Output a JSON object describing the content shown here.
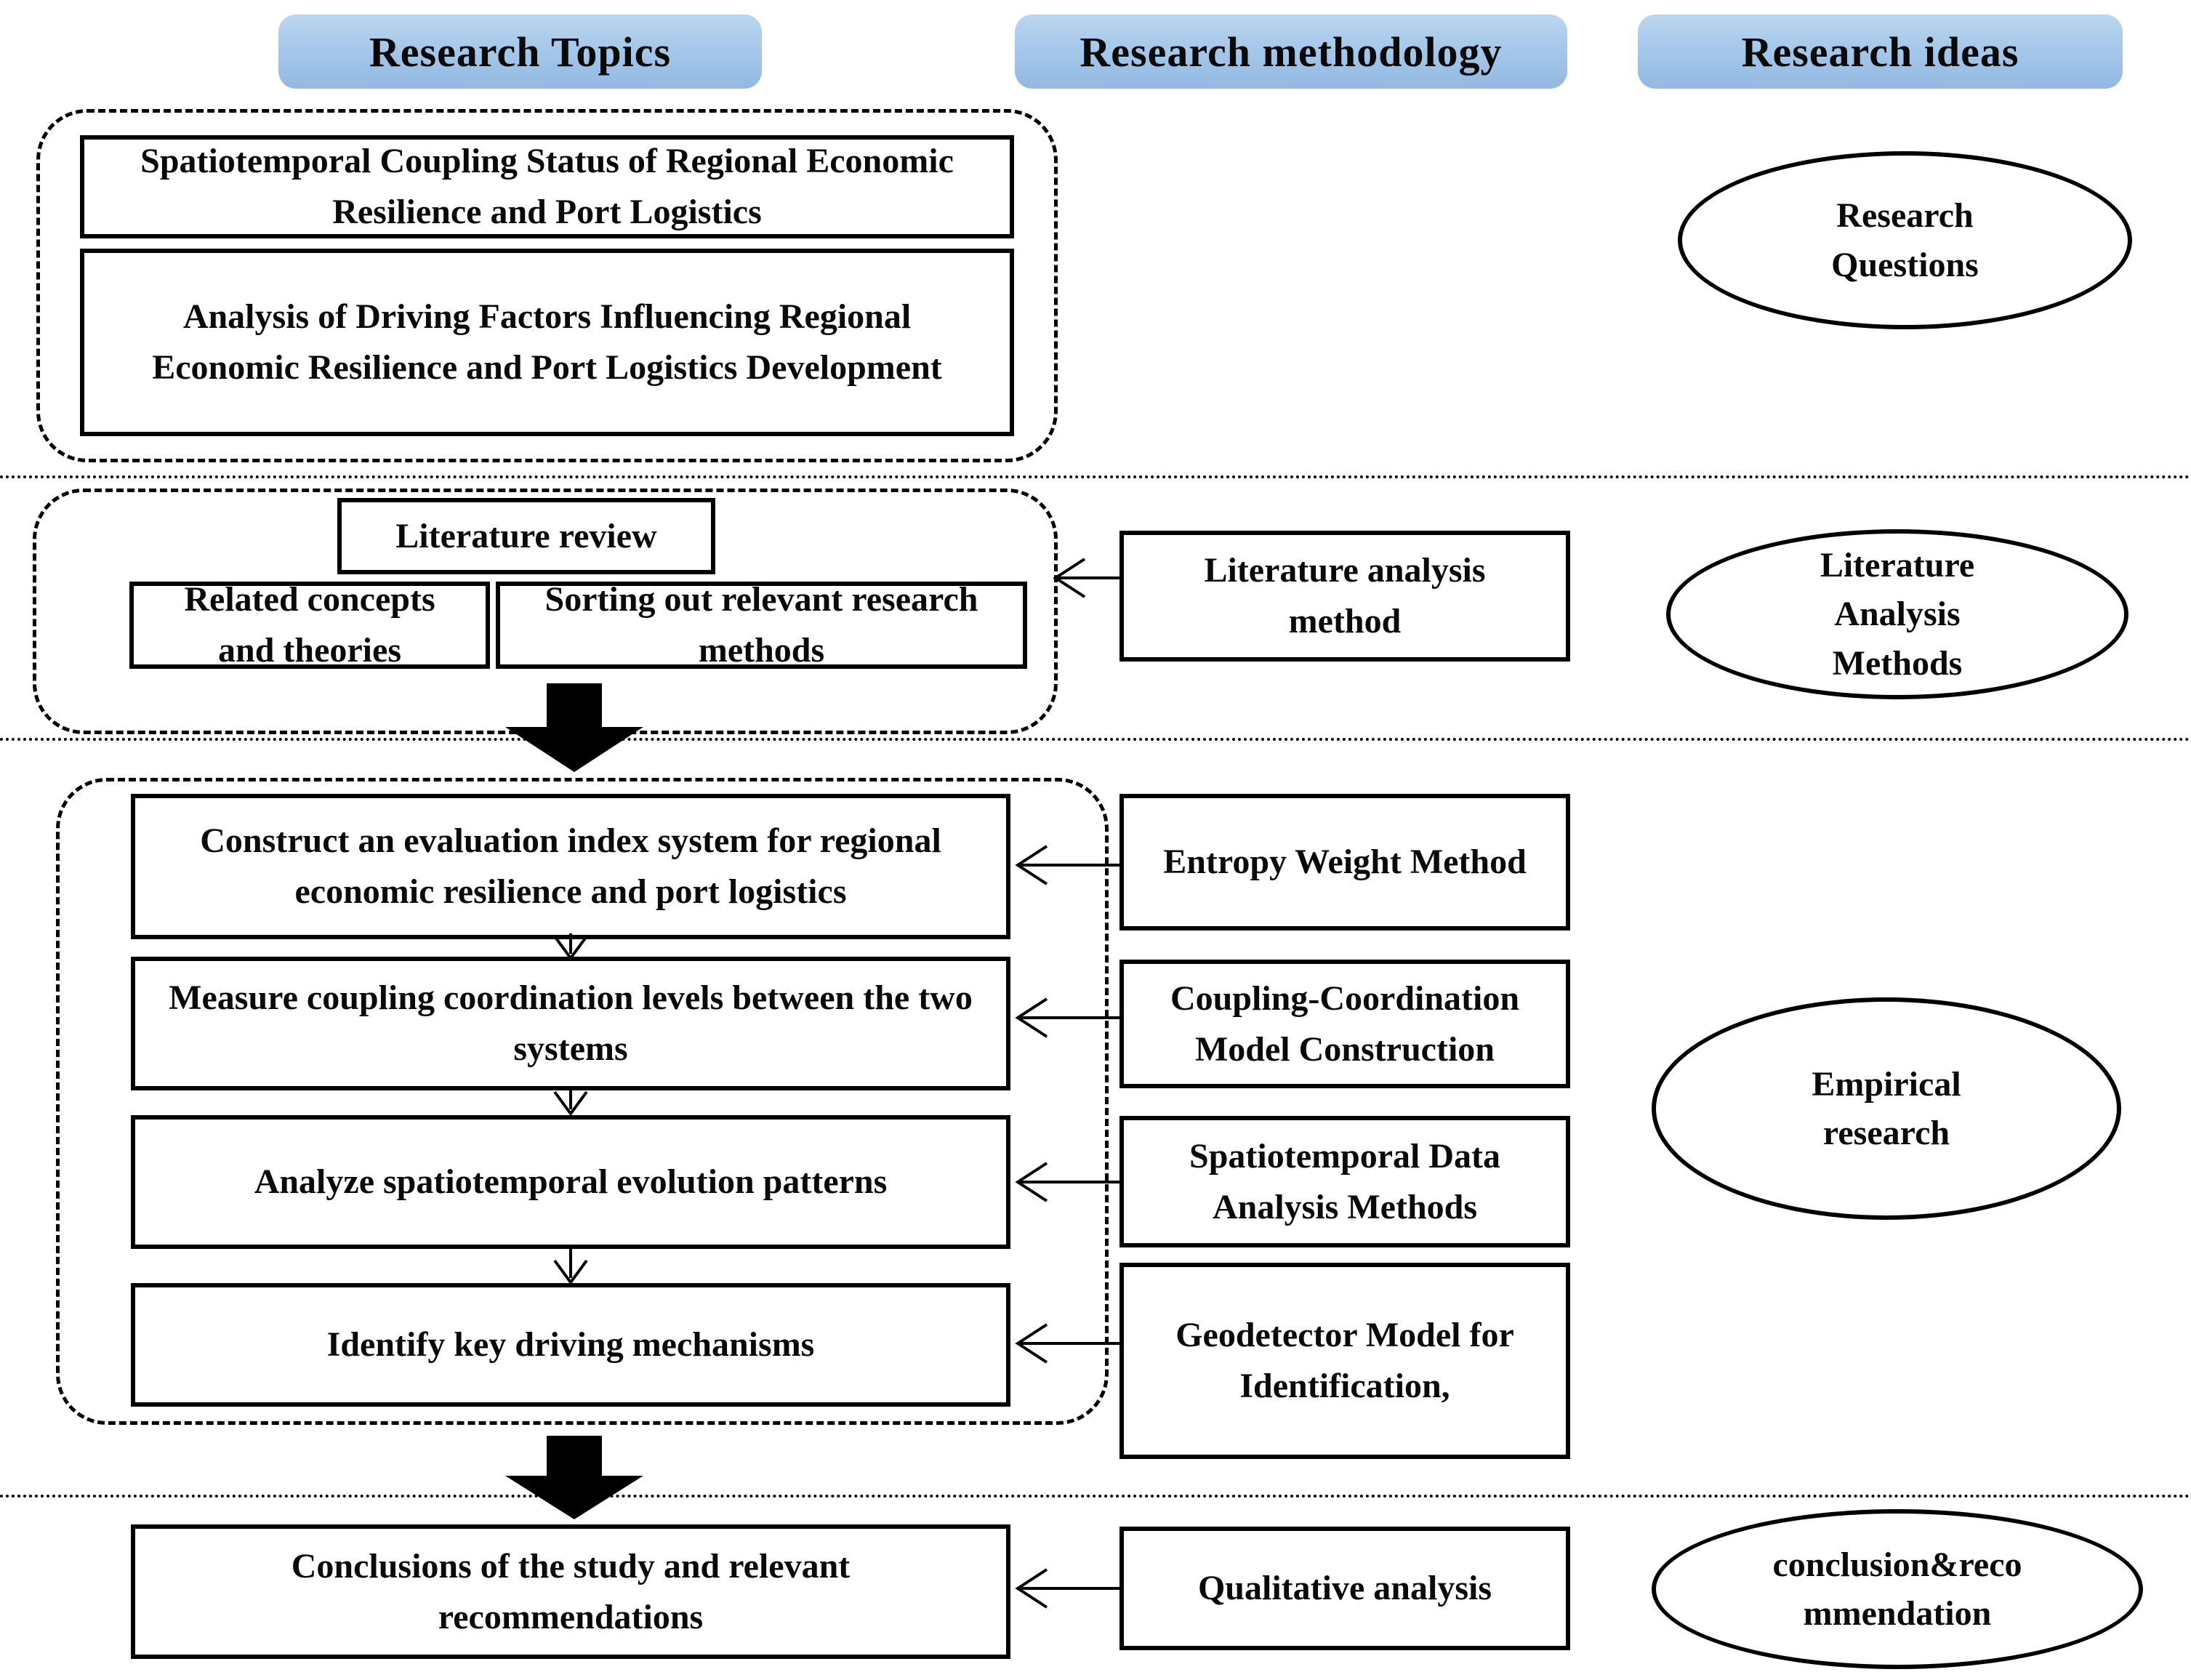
{
  "colors": {
    "header_blue_top": "#bcd6f0",
    "header_blue_bottom": "#93b9e1",
    "line_black": "#000000"
  },
  "headers": {
    "topics": "Research Topics",
    "methodology": "Research methodology",
    "ideas": "Research ideas"
  },
  "research_topics": {
    "question_boxes": [
      "Spatiotemporal Coupling Status of Regional Economic Resilience and Port Logistics",
      "Analysis of Driving Factors Influencing Regional Economic Resilience and Port Logistics Development"
    ],
    "literature": {
      "title": "Literature review",
      "concepts": "Related concepts and theories",
      "sorting": "Sorting out relevant research methods"
    },
    "empirical_steps": [
      "Construct an evaluation index system for regional economic resilience and port logistics",
      "Measure coupling coordination levels between the two systems",
      "Analyze spatiotemporal evolution patterns",
      "Identify key driving mechanisms"
    ],
    "conclusion": "Conclusions of the study and relevant recommendations"
  },
  "methodology": {
    "literature_method": "Literature analysis method",
    "empirical_methods": [
      "Entropy Weight Method",
      "Coupling-Coordination Model Construction",
      "Spatiotemporal Data Analysis Methods",
      "Geodetector Model for Identification,"
    ],
    "conclusion_method": "Qualitative analysis"
  },
  "ideas": {
    "stages": [
      "Research Questions",
      "Literature Analysis Methods",
      "Empirical research",
      "conclusion&reco mmendation"
    ]
  }
}
